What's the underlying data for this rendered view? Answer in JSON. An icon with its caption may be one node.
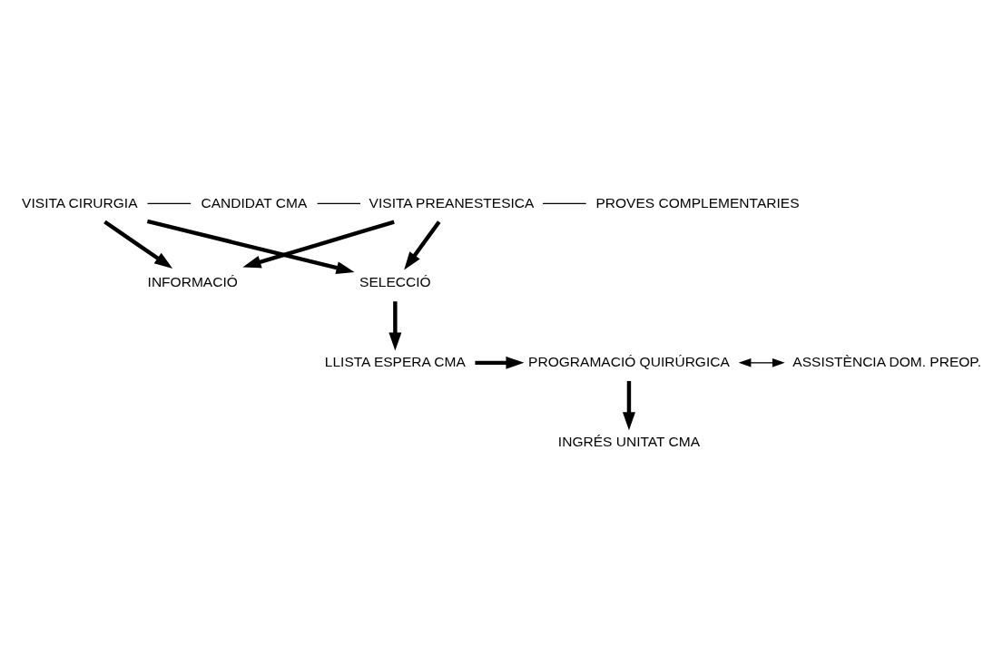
{
  "diagram": {
    "nodes": [
      {
        "text": [
          "VISITA CIRURGIA"
        ]
      },
      {
        "text": [
          "CANDIDAT CMA"
        ]
      },
      {
        "text": [
          "VISITA PREANESTESICA"
        ]
      },
      {
        "text": [
          "PROVES COMPLEMENTARIES"
        ]
      },
      {
        "text": [
          "INFORMACIÓ"
        ]
      },
      {
        "text": [
          "SELECCIÓ"
        ]
      },
      {
        "text": [
          "LLISTA ESPERA CMA"
        ]
      },
      {
        "text": [
          "PROGRAMACIÓ QUIRÚRGICA"
        ]
      },
      {
        "text": [
          "ASSISTÈNCIA DOM. PREOP."
        ]
      },
      {
        "text": [
          "INGRÉS UNITAT CMA"
        ]
      }
    ],
    "edges": [
      {
        "from": 0,
        "to": 1,
        "arrow": "none"
      },
      {
        "from": 1,
        "to": 2,
        "arrow": "none"
      },
      {
        "from": 2,
        "to": 3,
        "arrow": "none"
      },
      {
        "from": 0,
        "to": 4,
        "arrow": "to"
      },
      {
        "from": 2,
        "to": 4,
        "arrow": "to"
      },
      {
        "from": 0,
        "to": 5,
        "arrow": "to"
      },
      {
        "from": 2,
        "to": 5,
        "arrow": "to"
      },
      {
        "from": 5,
        "to": 6,
        "arrow": "to"
      },
      {
        "from": 6,
        "to": 7,
        "arrow": "to"
      },
      {
        "from": 7,
        "to": 8,
        "arrow": "both"
      },
      {
        "from": 7,
        "to": 9,
        "arrow": "to"
      }
    ]
  }
}
